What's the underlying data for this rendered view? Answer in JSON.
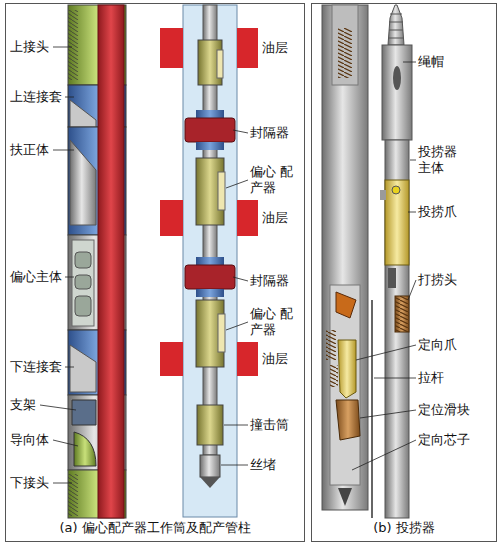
{
  "diagram": {
    "nodes": [
      {
        "text": [
          "(a) 偏心配产器工作筒及配产管柱"
        ]
      },
      {
        "text": [
          "(b) 投捞器"
        ]
      }
    ],
    "labels": [
      "上接头",
      "上连接套",
      "扶正体",
      "偏心主体",
      "下连接套",
      "支架",
      "导向体",
      "下接头",
      "油层",
      "封隔器",
      "偏心 配产器",
      "油层",
      "封隔器",
      "偏心 配产器",
      "油层",
      "撞击筒",
      "丝堵",
      "绳帽",
      "投捞器 主体",
      "投捞爪",
      "打捞头",
      "定向爪",
      "拉杆",
      "定位滑块",
      "定向芯子"
    ]
  }
}
